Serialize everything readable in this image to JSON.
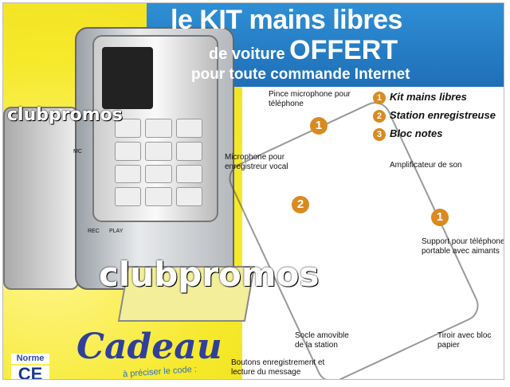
{
  "headline": {
    "line1": "le KIT mains libres",
    "line2_prefix": "de voiture",
    "line2_emph": "OFFERT",
    "line3": "pour toute commande Internet"
  },
  "legend": [
    {
      "num": "1",
      "label": "Kit mains libres"
    },
    {
      "num": "2",
      "label": "Station enregistreuse"
    },
    {
      "num": "3",
      "label": "Bloc notes"
    }
  ],
  "callouts": {
    "pince": "Pince microphone pour téléphone",
    "micro": "Microphone pour enregistreur vocal",
    "ampli": "Amplificateur de son",
    "support": "Support pour téléphone portable avec aimants",
    "socle": "Socle amovible de la station",
    "boutons": "Boutons enregistrement et lecture du message",
    "tiroir": "Tiroir avec bloc papier"
  },
  "device_labels": {
    "mc": "MC",
    "rec": "REC",
    "play": "PLAY"
  },
  "watermark": "clubpromos",
  "cadeau": {
    "title": "Cadeau",
    "code_text": "à préciser le code :"
  },
  "norme": {
    "label": "Norme",
    "mark": "CE"
  },
  "colors": {
    "banner": "#1f6fb8",
    "accent": "#d98a20",
    "background": "#f6e92a"
  }
}
